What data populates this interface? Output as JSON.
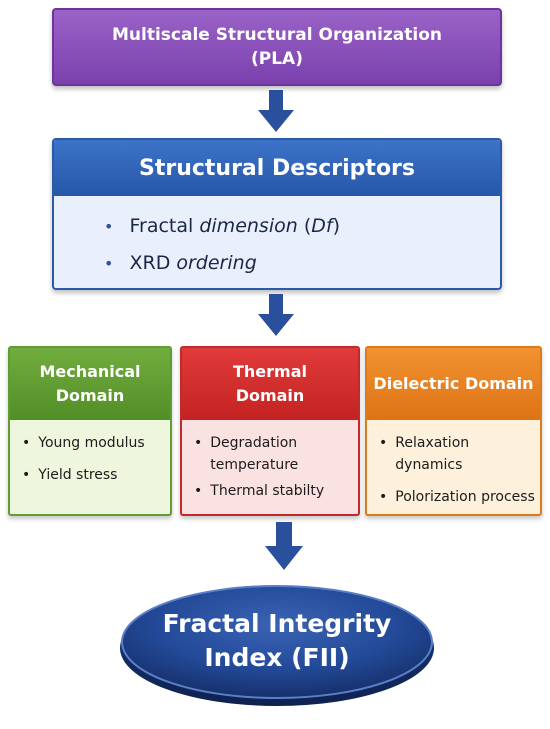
{
  "top": {
    "line1": "Multiscale Structural Organization",
    "line2": "(PLA)"
  },
  "descriptors": {
    "title": "Structural Descriptors",
    "item1_a": "Fractal ",
    "item1_b": "dimension",
    "item1_c": " (",
    "item1_d": "Df",
    "item1_e": ")",
    "item2_a": "XRD ",
    "item2_b": "ordering"
  },
  "domains": {
    "mechanical": {
      "title1": "Mechanical",
      "title2": "Domain",
      "items": [
        "Young modulus",
        "Yield stress"
      ]
    },
    "thermal": {
      "title1": "Thermal",
      "title2": "Domain",
      "items": [
        "Degradation temperature",
        "Thermal stabilty"
      ]
    },
    "dielectric": {
      "title1": "Dielectric Domain",
      "items": [
        "Relaxation dynamics",
        "Polorization process"
      ]
    }
  },
  "result": {
    "line1": "Fractal Integrity",
    "line2": "Index (FII)"
  },
  "bullet": "•",
  "colors": {
    "purple": "#8250b8",
    "blue": "#2f62b4",
    "arrow": "#2a4f9c",
    "green": "#5f9c33",
    "red": "#c42222",
    "orange": "#e07a1a",
    "ellipse": "#1f3f8a"
  }
}
